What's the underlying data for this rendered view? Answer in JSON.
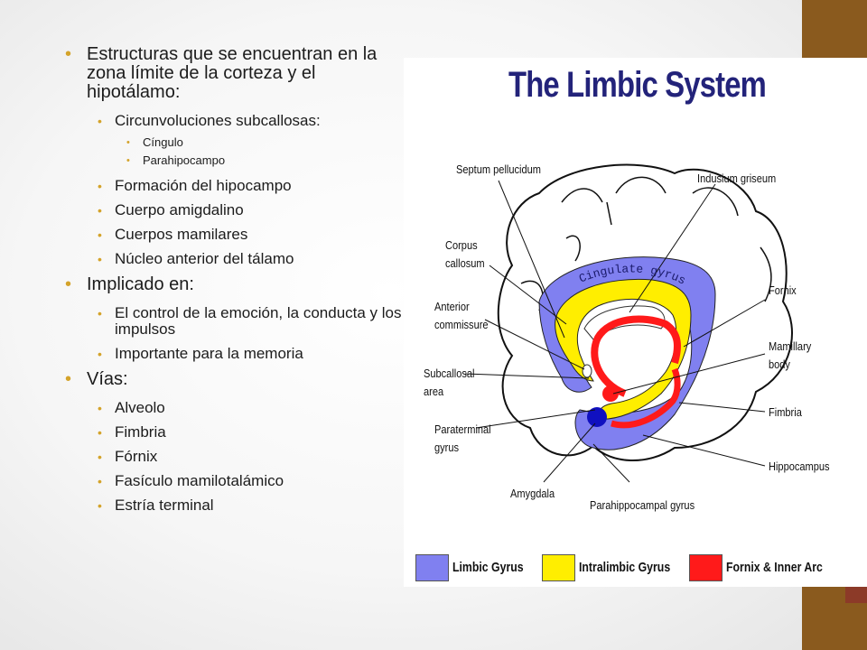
{
  "slide": {
    "bullets": {
      "b1": "Estructuras que se encuentran en la zona límite de la corteza y el hipotálamo:",
      "b1_1": "Circunvoluciones subcallosas:",
      "b1_1_1": "Cíngulo",
      "b1_1_2": "Parahipocampo",
      "b1_2": "Formación del hipocampo",
      "b1_3": "Cuerpo amigdalino",
      "b1_4": "Cuerpos mamilares",
      "b1_5": "Núcleo anterior del tálamo",
      "b2": "Implicado en:",
      "b2_1": "El control de la emoción, la conducta y los impulsos",
      "b2_2": "Importante para la memoria",
      "b3": "Vías:",
      "b3_1": "Alveolo",
      "b3_2": "Fimbria",
      "b3_3": "Fórnix",
      "b3_4": "Fasículo mamilotalámico",
      "b3_5": "Estría terminal"
    },
    "colors": {
      "bullet": "#d4a32a",
      "side_bar": "#8a5a1e",
      "side_accent": "#8c3a28"
    }
  },
  "figure": {
    "title": "The Limbic System",
    "curved_label": "Cingulate gyrus",
    "labels": {
      "septum": "Septum pellucidum",
      "indusium": "Indusium griseum",
      "corpus": "Corpus\ncallosum",
      "fornix": "Fornix",
      "anterior": "Anterior\ncommissure",
      "mamillary": "Mamillary\nbody",
      "subcallosal": "Subcallosal\narea",
      "fimbria": "Fimbria",
      "paraterminal": "Paraterminal\ngyrus",
      "hippocampus": "Hippocampus",
      "amygdala": "Amygdala",
      "parahippocampal": "Parahippocampal gyrus"
    },
    "legend": [
      {
        "label": "Limbic Gyrus",
        "color": "#8080f0"
      },
      {
        "label": "Intralimbic Gyrus",
        "color": "#ffee00"
      },
      {
        "label": "Fornix & Inner Arc",
        "color": "#ff1a1a"
      }
    ],
    "colors": {
      "title": "#23237a",
      "limbic": "#8080f0",
      "intralimbic": "#ffee00",
      "fornix": "#ff1a1a",
      "amygdala": "#1010c0"
    }
  }
}
